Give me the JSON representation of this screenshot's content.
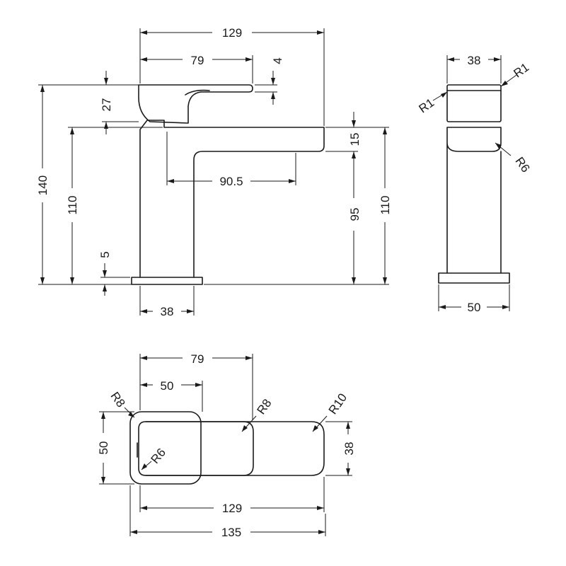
{
  "drawing": {
    "line_color": "#1a1a1a",
    "background": "#ffffff",
    "units": "",
    "front_view": {
      "width_total": "129",
      "handle_reach": "79",
      "handle_gap": "4",
      "handle_height": "27",
      "height_total": "140",
      "height_to_spout": "110",
      "spout_reach": "90.5",
      "spout_depth": "15",
      "spout_underside": "95",
      "spout_top_height": "110",
      "base_plate": "5",
      "body_width": "38"
    },
    "side_view": {
      "handle_width": "38",
      "radius_top_right": "R1",
      "radius_top_left": "R1",
      "radius_body": "R6",
      "base_width": "50"
    },
    "plan_view": {
      "handle_length": "79",
      "base_length": "50",
      "radius_base": "R8",
      "radius_handle": "R8",
      "radius_spout": "R10",
      "radius_inner": "R6",
      "base_depth": "50",
      "spout_width": "38",
      "spout_length": "129",
      "overall_length": "135"
    }
  }
}
